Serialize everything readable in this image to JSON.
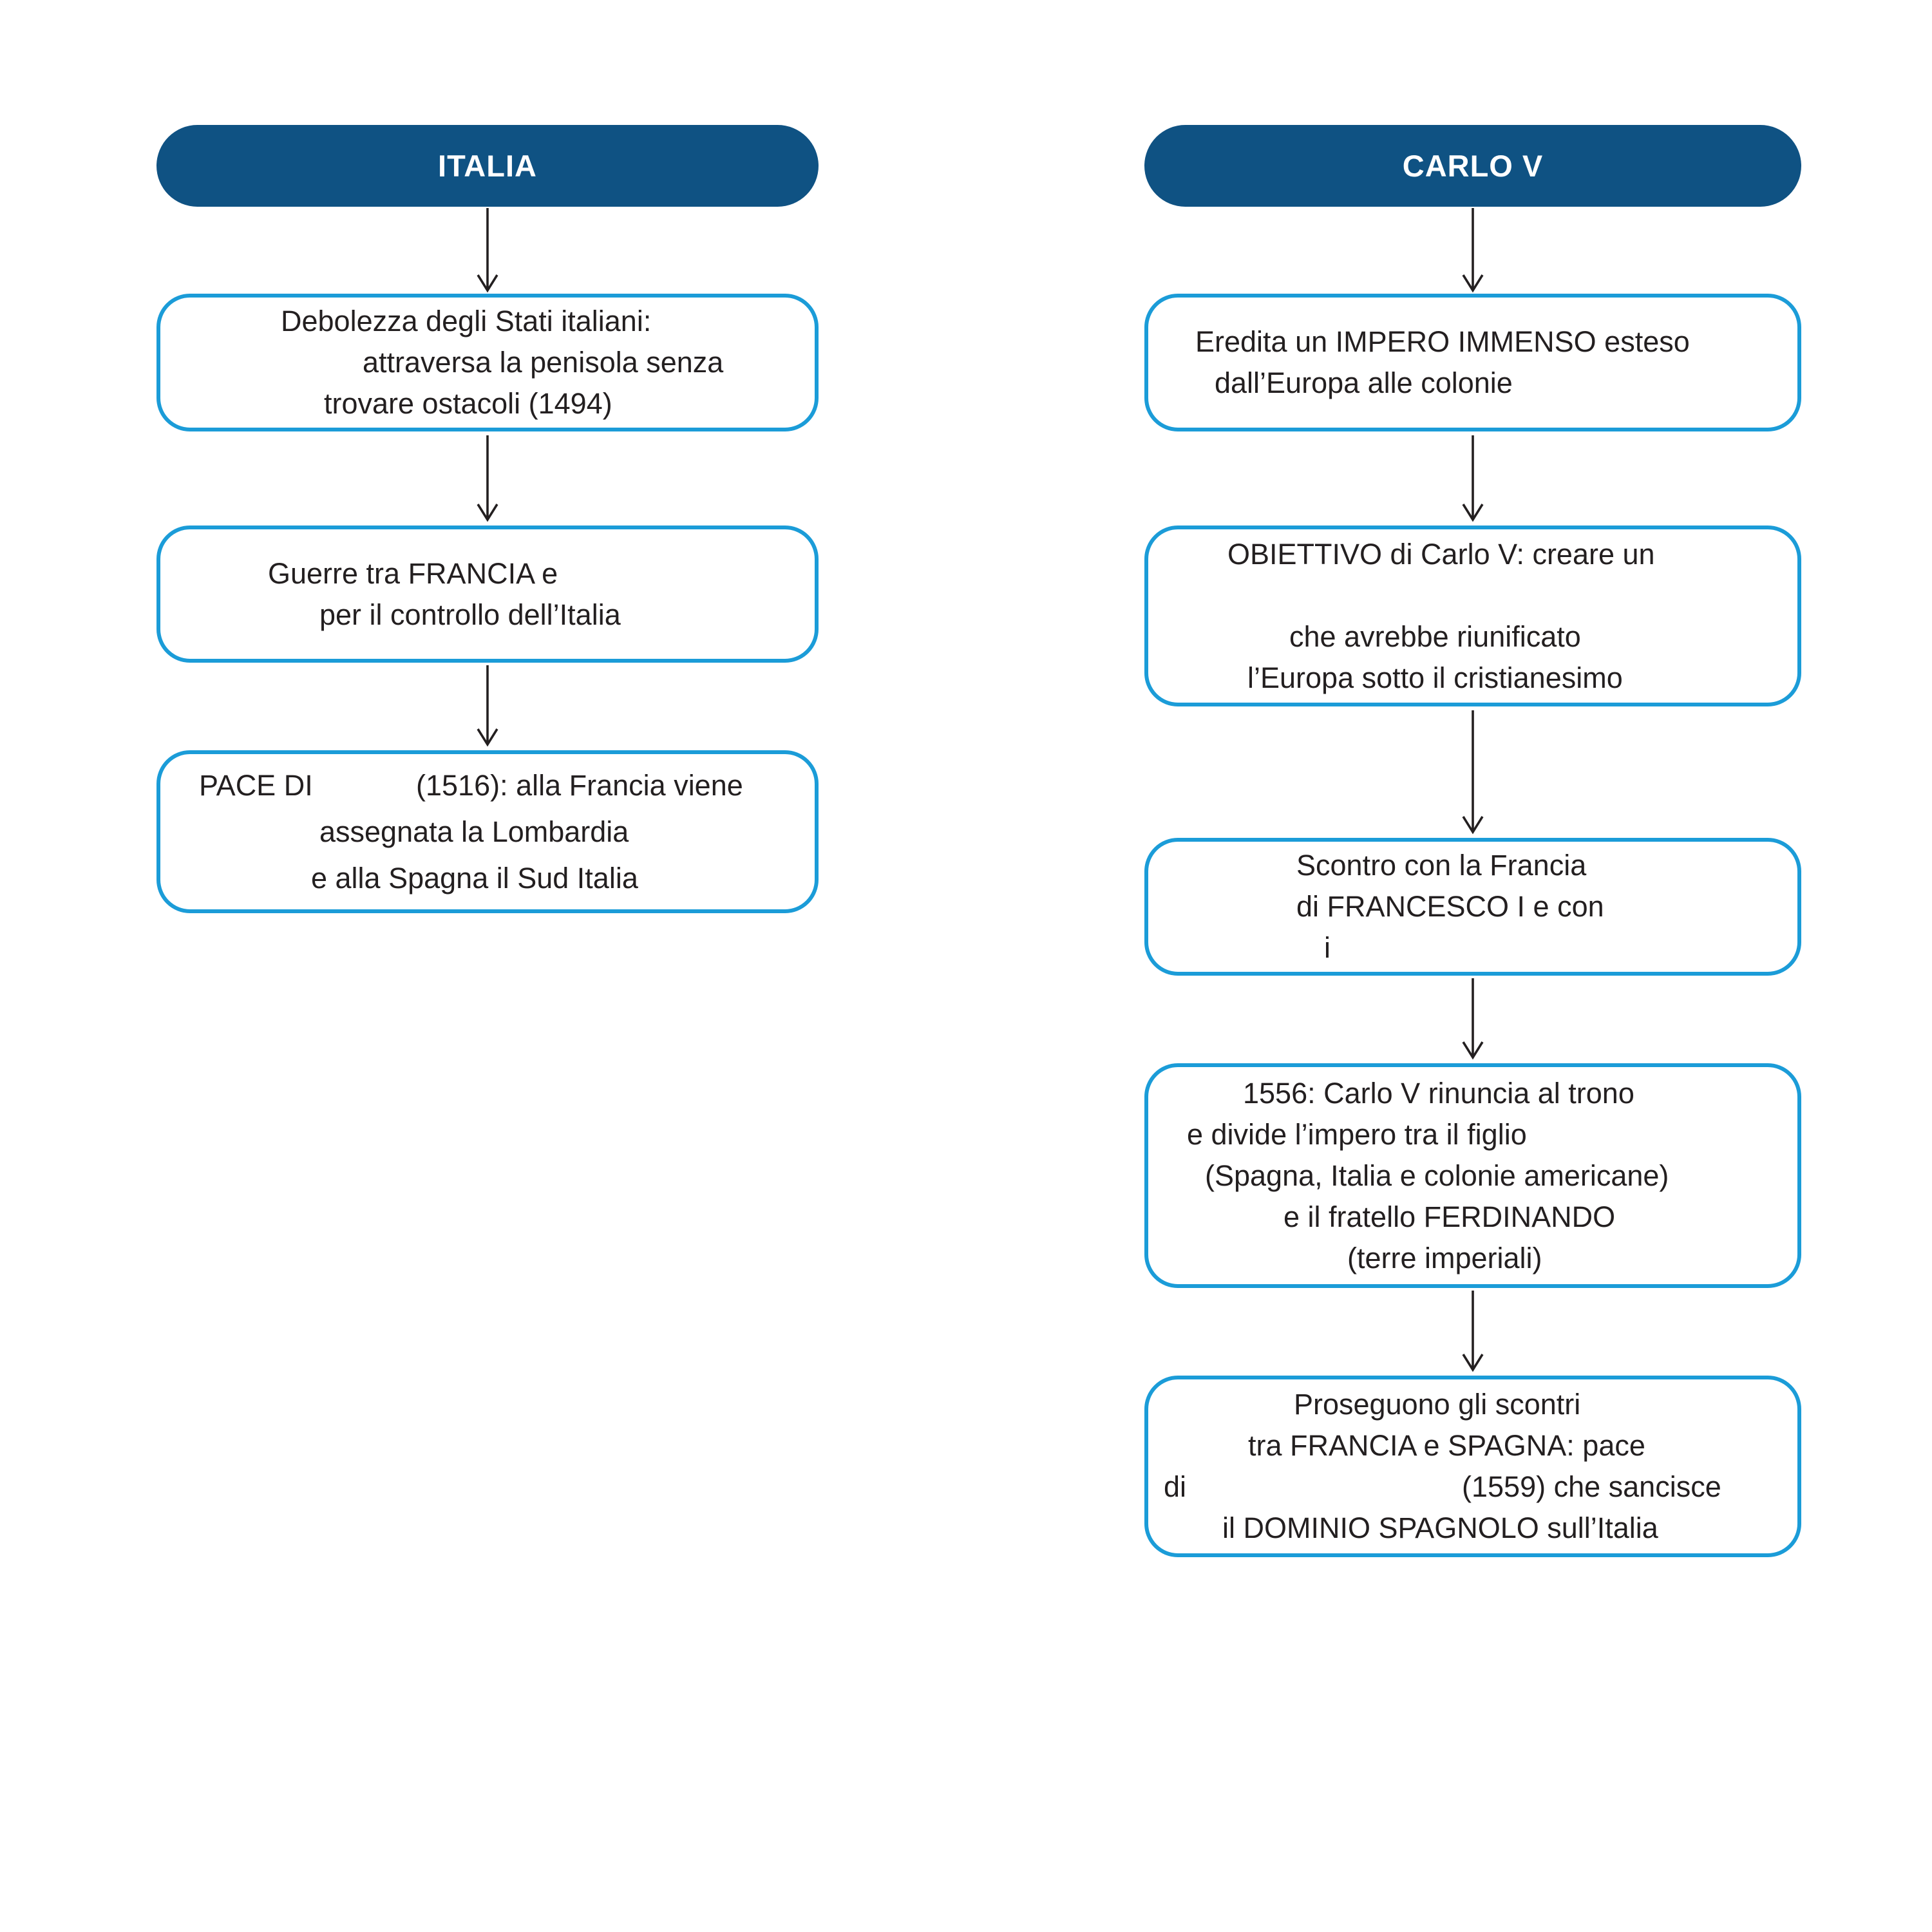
{
  "colors": {
    "header_bg": "#0f5283",
    "header_text": "#ffffff",
    "box_border": "#1b9cd8",
    "body_text": "#231f20",
    "arrow": "#231f20",
    "background": "#ffffff"
  },
  "columns": [
    {
      "header": "ITALIA",
      "boxes": [
        {
          "lines": [
            "Debolezza degli Stati italiani:",
            "attraversa la penisola senza",
            "trovare ostacoli (1494)"
          ]
        },
        {
          "lines": [
            "Guerre tra FRANCIA e",
            "per il controllo dell’Italia"
          ]
        },
        {
          "lines": [
            "PACE DI",
            "(1516): alla Francia viene",
            "assegnata la Lombardia",
            "e alla Spagna il Sud Italia"
          ]
        }
      ]
    },
    {
      "header": "CARLO V",
      "boxes": [
        {
          "lines": [
            "Eredita un IMPERO IMMENSO esteso",
            "dall’Europa alle colonie"
          ]
        },
        {
          "lines": [
            "OBIETTIVO di Carlo V: creare un",
            "",
            "che avrebbe riunificato",
            "l’Europa sotto il cristianesimo"
          ]
        },
        {
          "lines": [
            "Scontro con la Francia",
            "di FRANCESCO I e con",
            "i"
          ]
        },
        {
          "lines": [
            "1556: Carlo V rinuncia al trono",
            "e divide l’impero tra il figlio",
            "(Spagna, Italia e colonie americane)",
            "e il fratello FERDINANDO",
            "(terre imperiali)"
          ]
        },
        {
          "lines": [
            "Proseguono gli scontri",
            "tra FRANCIA e SPAGNA: pace",
            "di",
            "(1559) che sancisce",
            "il DOMINIO SPAGNOLO sull’Italia"
          ]
        }
      ]
    }
  ]
}
